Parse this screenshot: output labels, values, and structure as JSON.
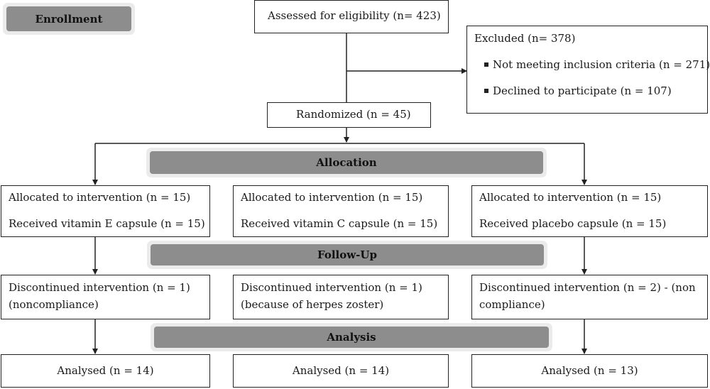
{
  "stages": {
    "enrollment": "Enrollment",
    "allocation": "Allocation",
    "followup": "Follow-Up",
    "analysis": "Analysis"
  },
  "assessed": "Assessed for eligibility (n= 423)",
  "excluded": {
    "title": "Excluded (n= 378)",
    "items": [
      "Not meeting inclusion criteria (n = 271)",
      "Declined to participate (n = 107)"
    ]
  },
  "randomized": "Randomized (n = 45)",
  "groups": [
    {
      "allocated": "Allocated to intervention (n = 15)",
      "received": "Received vitamin E capsule (n = 15)",
      "discontinued": [
        "Discontinued intervention (n = 1)",
        "(noncompliance)"
      ],
      "analysed": "Analysed (n = 14)"
    },
    {
      "allocated": "Allocated to intervention (n = 15)",
      "received": "Received vitamin C capsule (n = 15)",
      "discontinued": [
        "Discontinued intervention (n = 1)",
        "(because of herpes zoster)"
      ],
      "analysed": "Analysed (n = 14)"
    },
    {
      "allocated": "Allocated to intervention (n = 15)",
      "received": "Received placebo capsule (n = 15)",
      "discontinued": [
        "Discontinued intervention (n = 2) - (non",
        "compliance)"
      ],
      "analysed": "Analysed (n = 13)"
    }
  ]
}
